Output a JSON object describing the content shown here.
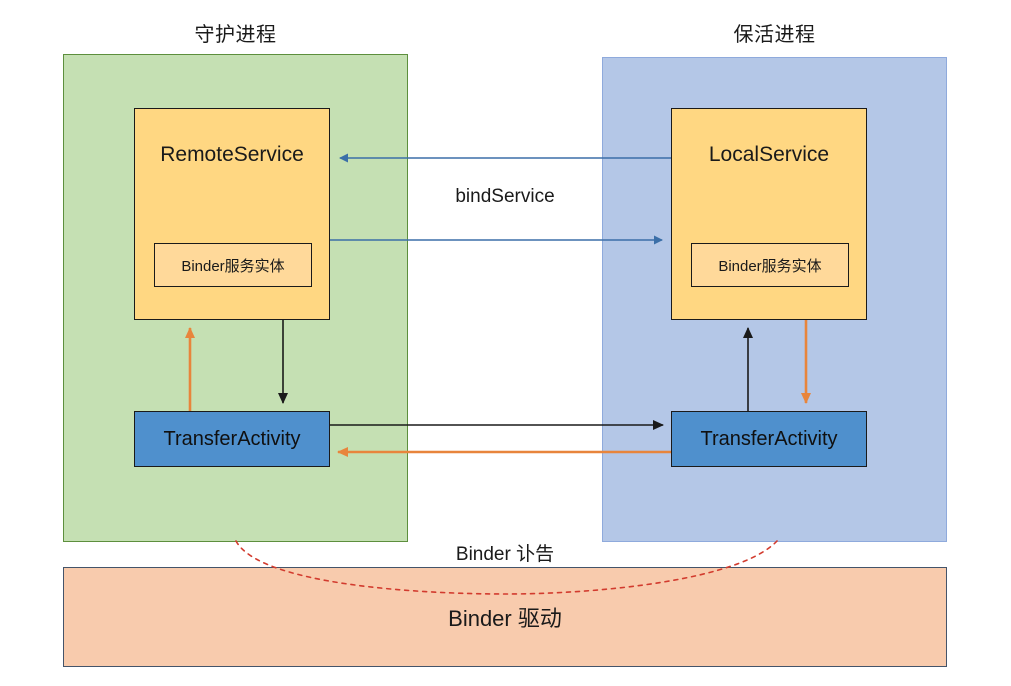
{
  "diagram": {
    "title_daemon": "守护进程",
    "title_keepalive": "保活进程",
    "processes": [
      {
        "id": "daemon",
        "title": "守护进程",
        "fill": "#c5e0b3",
        "service_name": "RemoteService",
        "binder_entity": "Binder服务实体",
        "activity_name": "TransferActivity"
      },
      {
        "id": "keepalive",
        "title": "保活进程",
        "fill": "#b4c7e7",
        "service_name": "LocalService",
        "binder_entity": "Binder服务实体",
        "activity_name": "TransferActivity"
      }
    ],
    "driver": {
      "label": "Binder 驱动",
      "fill": "#f8cbad"
    },
    "edges": [
      {
        "id": "bind-service",
        "label": "bindService",
        "color": "#3b6fa8",
        "direction": "bidirectional"
      },
      {
        "id": "binder-obituary",
        "label": "Binder 讣告",
        "color": "#d23b2e",
        "style": "dashed"
      }
    ],
    "colors": {
      "service_fill": "#ffd782",
      "binder_entity_fill": "#ffd99a",
      "activity_fill": "#4f90cd",
      "arrow_blue": "#3b6fa8",
      "arrow_orange": "#e8853c",
      "arrow_black": "#1a1a1a",
      "dashed_red": "#d23b2e",
      "driver_border": "#44546a"
    }
  }
}
